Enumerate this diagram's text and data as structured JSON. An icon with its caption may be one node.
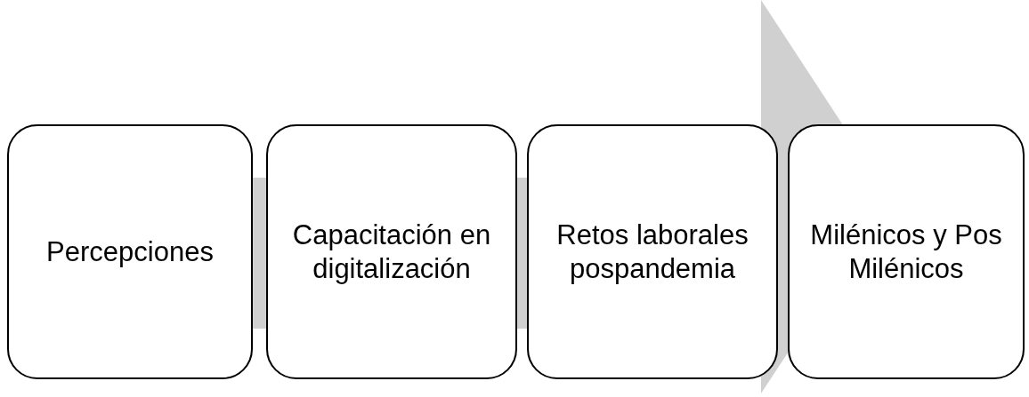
{
  "diagram": {
    "nodes": [
      {
        "text": [
          "Percepciones"
        ]
      },
      {
        "text": [
          "Capacitación en digitalización"
        ]
      },
      {
        "text": [
          "Retos laborales pospandemia"
        ]
      },
      {
        "text": [
          "Milénicos y Pos Milénicos"
        ]
      }
    ],
    "edges": []
  }
}
